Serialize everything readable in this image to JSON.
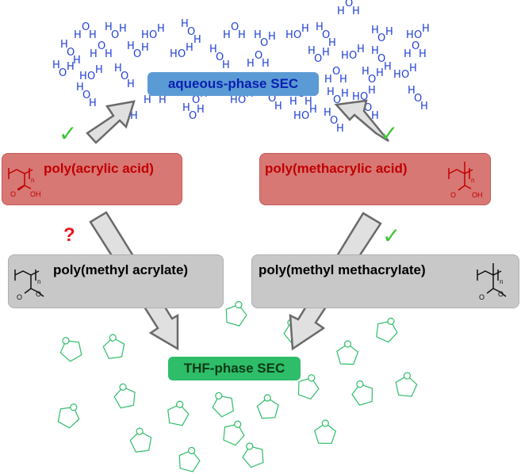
{
  "labels": {
    "aqueous": "aqueous-phase SEC",
    "thf": "THF-phase SEC",
    "paa": "poly(acrylic acid)",
    "pmaa": "poly(methacrylic acid)",
    "pma": "poly(methyl acrylate)",
    "pmma": "poly(methyl methacrylate)"
  },
  "marks": {
    "question": "?",
    "check": "✓",
    "subscript_n": "n",
    "oh": "OH",
    "water_o": "O",
    "water_h": "H"
  },
  "colors": {
    "water": "#1f3fd8",
    "thf_ring": "#2ebd68",
    "check": "#3fc43a",
    "question": "#e8141a"
  }
}
